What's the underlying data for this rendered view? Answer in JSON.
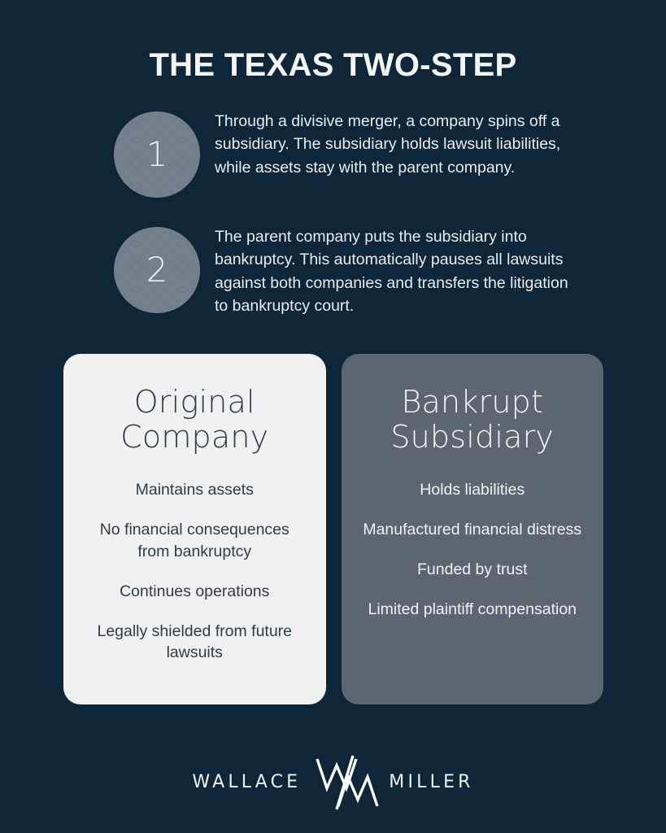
{
  "colors": {
    "background": "#0e2637",
    "badge": "#737f8a",
    "card_light_bg": "#f1f1f1",
    "card_dark_bg": "#5c6670",
    "text_light": "#e8edf1",
    "text_dark": "#2b3d4d"
  },
  "header": {
    "title": "THE TEXAS TWO-STEP"
  },
  "steps": [
    {
      "number": "1",
      "text": "Through a divisive merger, a company spins off a subsidiary. The subsidiary holds lawsuit liabilities, while assets stay with the parent company."
    },
    {
      "number": "2",
      "text": "The parent company puts the subsidiary into bankruptcy. This automatically pauses all lawsuits against both companies and transfers the litigation to bankruptcy court."
    }
  ],
  "cards": [
    {
      "title": "Original Company",
      "items": [
        "Maintains assets",
        "No financial consequences from bankruptcy",
        "Continues operations",
        "Legally shielded from future lawsuits"
      ]
    },
    {
      "title": "Bankrupt Subsidiary",
      "items": [
        "Holds liabilities",
        "Manufactured financial distress",
        "Funded by trust",
        "Limited plaintiff compensation"
      ]
    }
  ],
  "logo": {
    "left_word": "WALLACE",
    "right_word": "MILLER",
    "monogram": "WM"
  }
}
